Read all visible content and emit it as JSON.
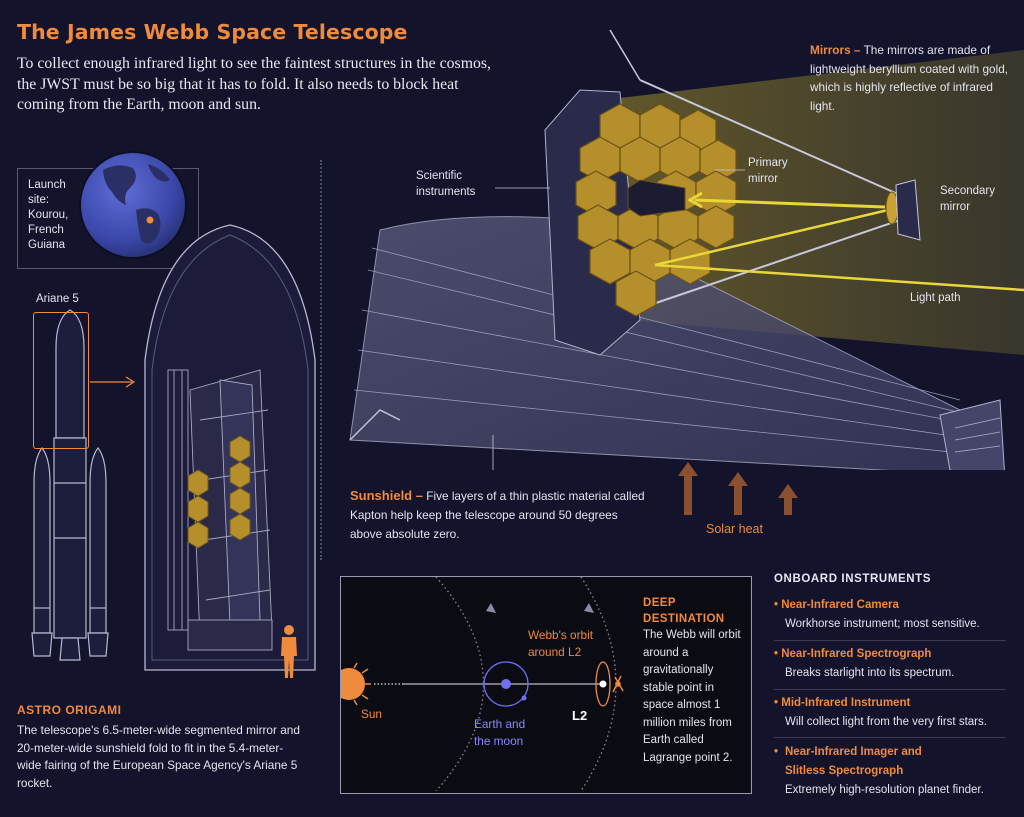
{
  "header": {
    "title": "The James Webb Space Telescope",
    "intro": "To collect enough infrared light to see the faintest structures in the cosmos, the JWST must be so big that it has to fold. It also needs to block heat coming from the Earth, moon and sun."
  },
  "launch": {
    "label": "Launch site:",
    "site": "Kourou, French Guiana",
    "rocket_label": "Ariane 5"
  },
  "origami": {
    "heading": "ASTRO ORIGAMI",
    "text": "The telescope's 6.5-meter-wide segmented mirror and 20-meter-wide sunshield fold to fit in the 5.4-meter-wide fairing of the European Space Agency's Ariane 5 rocket."
  },
  "mirrors": {
    "heading": "Mirrors –",
    "text": "The mirrors are made of lightweight beryllium coated with gold, which is highly reflective of infrared light."
  },
  "telescope_labels": {
    "scientific_instruments": "Scientific instruments",
    "primary_mirror": "Primary mirror",
    "secondary_mirror": "Secondary mirror",
    "light_path": "Light path"
  },
  "sunshield": {
    "heading": "Sunshield –",
    "text": "Five layers of a thin plastic material called Kapton help keep the telescope around 50 degrees above absolute zero.",
    "solar_heat": "Solar heat"
  },
  "orbit_diagram": {
    "sun": "Sun",
    "earth_moon": "Earth and the moon",
    "webb_orbit": "Webb's orbit around L2",
    "l2": "L2",
    "deep_heading": "DEEP DESTINATION",
    "deep_text": "The Webb will orbit around a gravitationally stable point in space almost 1 million miles from Earth called Lagrange point 2."
  },
  "instruments": {
    "heading": "ONBOARD INSTRUMENTS",
    "items": [
      {
        "name": "Near-Infrared Camera",
        "desc": "Workhorse instrument; most sensitive."
      },
      {
        "name": "Near-Infrared Spectrograph",
        "desc": "Breaks starlight into its spectrum."
      },
      {
        "name": "Mid-Infrared Instrument",
        "desc": "Will collect light from the very first stars."
      },
      {
        "name": "Near-Infrared Imager and Slitless Spectrograph",
        "desc": "Extremely high-resolution planet finder."
      }
    ]
  },
  "colors": {
    "background": "#13132c",
    "accent_orange": "#f08a3c",
    "gold": "#c9a233",
    "light_yellow": "#e9d73a",
    "earth_blue": "#6f6ff0"
  }
}
